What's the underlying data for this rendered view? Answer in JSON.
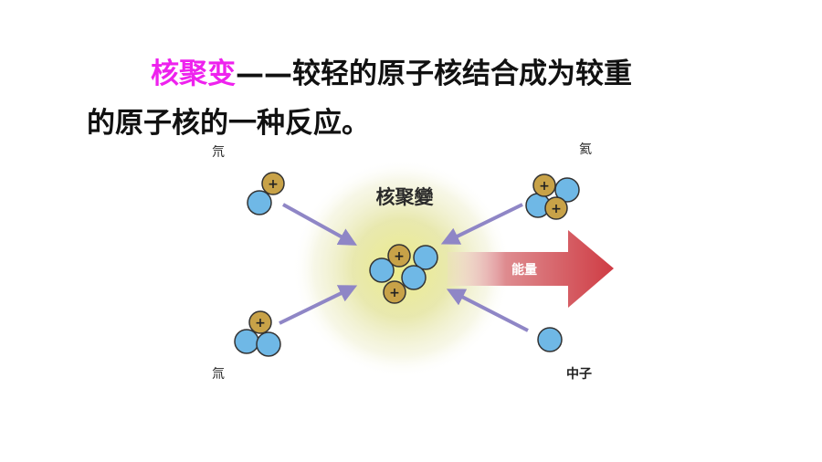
{
  "text": {
    "term": "核聚变",
    "line1_rest": "——较轻的原子核结合成为较重",
    "line2": "的原子核的一种反应。"
  },
  "diagram": {
    "center_label": "核聚變",
    "energy_label": "能量",
    "labels": {
      "top_left": "氘",
      "bottom_left": "氚",
      "top_right": "氦",
      "bottom_right": "中子"
    },
    "colors": {
      "proton": "#c8a248",
      "neutron": "#6fb8e6",
      "glow": "#dede9a",
      "arrow": "#8f86c6",
      "energy": "#d3434c",
      "term": "#ee22ee"
    }
  }
}
